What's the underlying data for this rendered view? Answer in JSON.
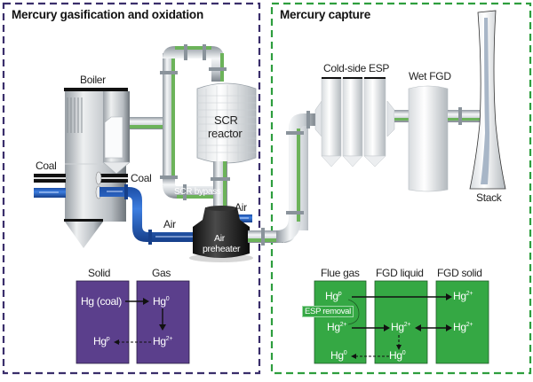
{
  "regions": {
    "left": {
      "title": "Mercury gasification and oxidation",
      "border_color": "#3a2e6b"
    },
    "right": {
      "title": "Mercury capture",
      "border_color": "#2e9e3e"
    }
  },
  "equipment": {
    "boiler": "Boiler",
    "scr_reactor_line1": "SCR",
    "scr_reactor_line2": "reactor",
    "scr_bypass": "SCR bypass",
    "air_preheater_line1": "Air",
    "air_preheater_line2": "preheater",
    "cold_side_esp": "Cold-side ESP",
    "wet_fgd": "Wet FGD",
    "stack": "Stack"
  },
  "streams": {
    "coal_left": "Coal",
    "coal_right": "Coal",
    "air_top": "Air",
    "air_bottom": "Air"
  },
  "left_chemistry": {
    "color": "#5b3f8c",
    "columns": [
      "Solid",
      "Gas"
    ],
    "species": {
      "solid_top": "Hg (coal)",
      "gas_top": "Hg",
      "gas_top_sup": "0",
      "solid_bottom": "Hg",
      "solid_bottom_sup": "p",
      "gas_bottom": "Hg",
      "gas_bottom_sup": "2+"
    }
  },
  "right_chemistry": {
    "color": "#35a844",
    "columns": [
      "Flue gas",
      "FGD liquid",
      "FGD solid"
    ],
    "esp_label": "ESP removal",
    "species": {
      "flue_top": "Hg",
      "flue_top_sup": "p",
      "flue_mid": "Hg",
      "flue_mid_sup": "2+",
      "flue_bot": "Hg",
      "flue_bot_sup": "0",
      "liquid_mid": "Hg",
      "liquid_mid_sup": "2+",
      "liquid_bot": "Hg",
      "liquid_bot_sup": "0",
      "solid_top": "Hg",
      "solid_top_sup": "2+",
      "solid_mid": "Hg",
      "solid_mid_sup": "2+"
    }
  },
  "colors": {
    "flue_pipe_inner": "#6cb35a",
    "pipe_metal": "#b9c3cc",
    "air_pipe": "#1e5ab8",
    "coal_pipe": "#111111"
  }
}
